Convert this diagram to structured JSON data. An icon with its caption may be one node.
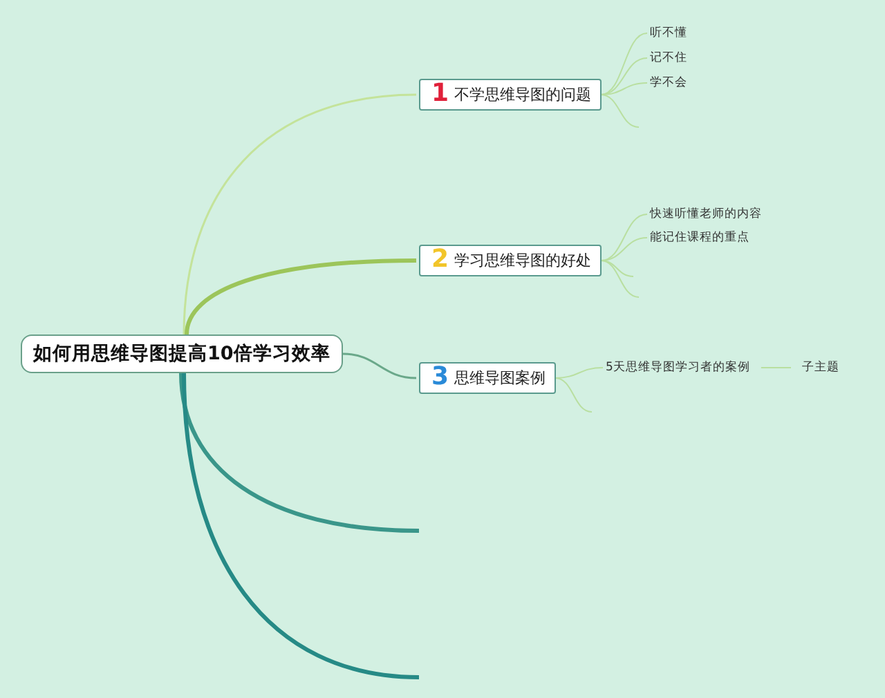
{
  "diagram": {
    "nodes": [
      {
        "text": [
          "如何用思维导图提高10倍学习效率"
        ]
      },
      {
        "text": [
          "1",
          "不学思维导图的问题"
        ]
      },
      {
        "text": [
          "听不懂"
        ]
      },
      {
        "text": [
          "记不住"
        ]
      },
      {
        "text": [
          "学不会"
        ]
      },
      {
        "text": [
          "2",
          "学习思维导图的好处"
        ]
      },
      {
        "text": [
          "快速听懂老师的内容"
        ]
      },
      {
        "text": [
          "能记住课程的重点"
        ]
      },
      {
        "text": [
          "3",
          "思维导图案例"
        ]
      },
      {
        "text": [
          "5天思维导图学习者的案例"
        ]
      },
      {
        "text": [
          "子主题"
        ]
      }
    ],
    "edges": [
      {
        "from": 0,
        "to": 1,
        "arrow": "none"
      },
      {
        "from": 1,
        "to": 2,
        "arrow": "none"
      },
      {
        "from": 1,
        "to": 3,
        "arrow": "none"
      },
      {
        "from": 1,
        "to": 4,
        "arrow": "none"
      },
      {
        "from": 1,
        "to": null,
        "arrow": "none"
      },
      {
        "from": 0,
        "to": 5,
        "arrow": "none",
        "style": "thick",
        "color": "#9cc55a"
      },
      {
        "from": 5,
        "to": 6,
        "arrow": "none"
      },
      {
        "from": 5,
        "to": 7,
        "arrow": "none"
      },
      {
        "from": 5,
        "to": null,
        "arrow": "none"
      },
      {
        "from": 5,
        "to": null,
        "arrow": "none"
      },
      {
        "from": 0,
        "to": 8,
        "arrow": "none",
        "color": "#6aa88a"
      },
      {
        "from": 8,
        "to": 9,
        "arrow": "none"
      },
      {
        "from": 8,
        "to": null,
        "arrow": "none"
      },
      {
        "from": 9,
        "to": 10,
        "arrow": "none"
      },
      {
        "from": 0,
        "to": null,
        "arrow": "none",
        "style": "thick",
        "color": "#3a968a"
      },
      {
        "from": 0,
        "to": null,
        "arrow": "none",
        "style": "thick",
        "color": "#268a86"
      }
    ]
  }
}
